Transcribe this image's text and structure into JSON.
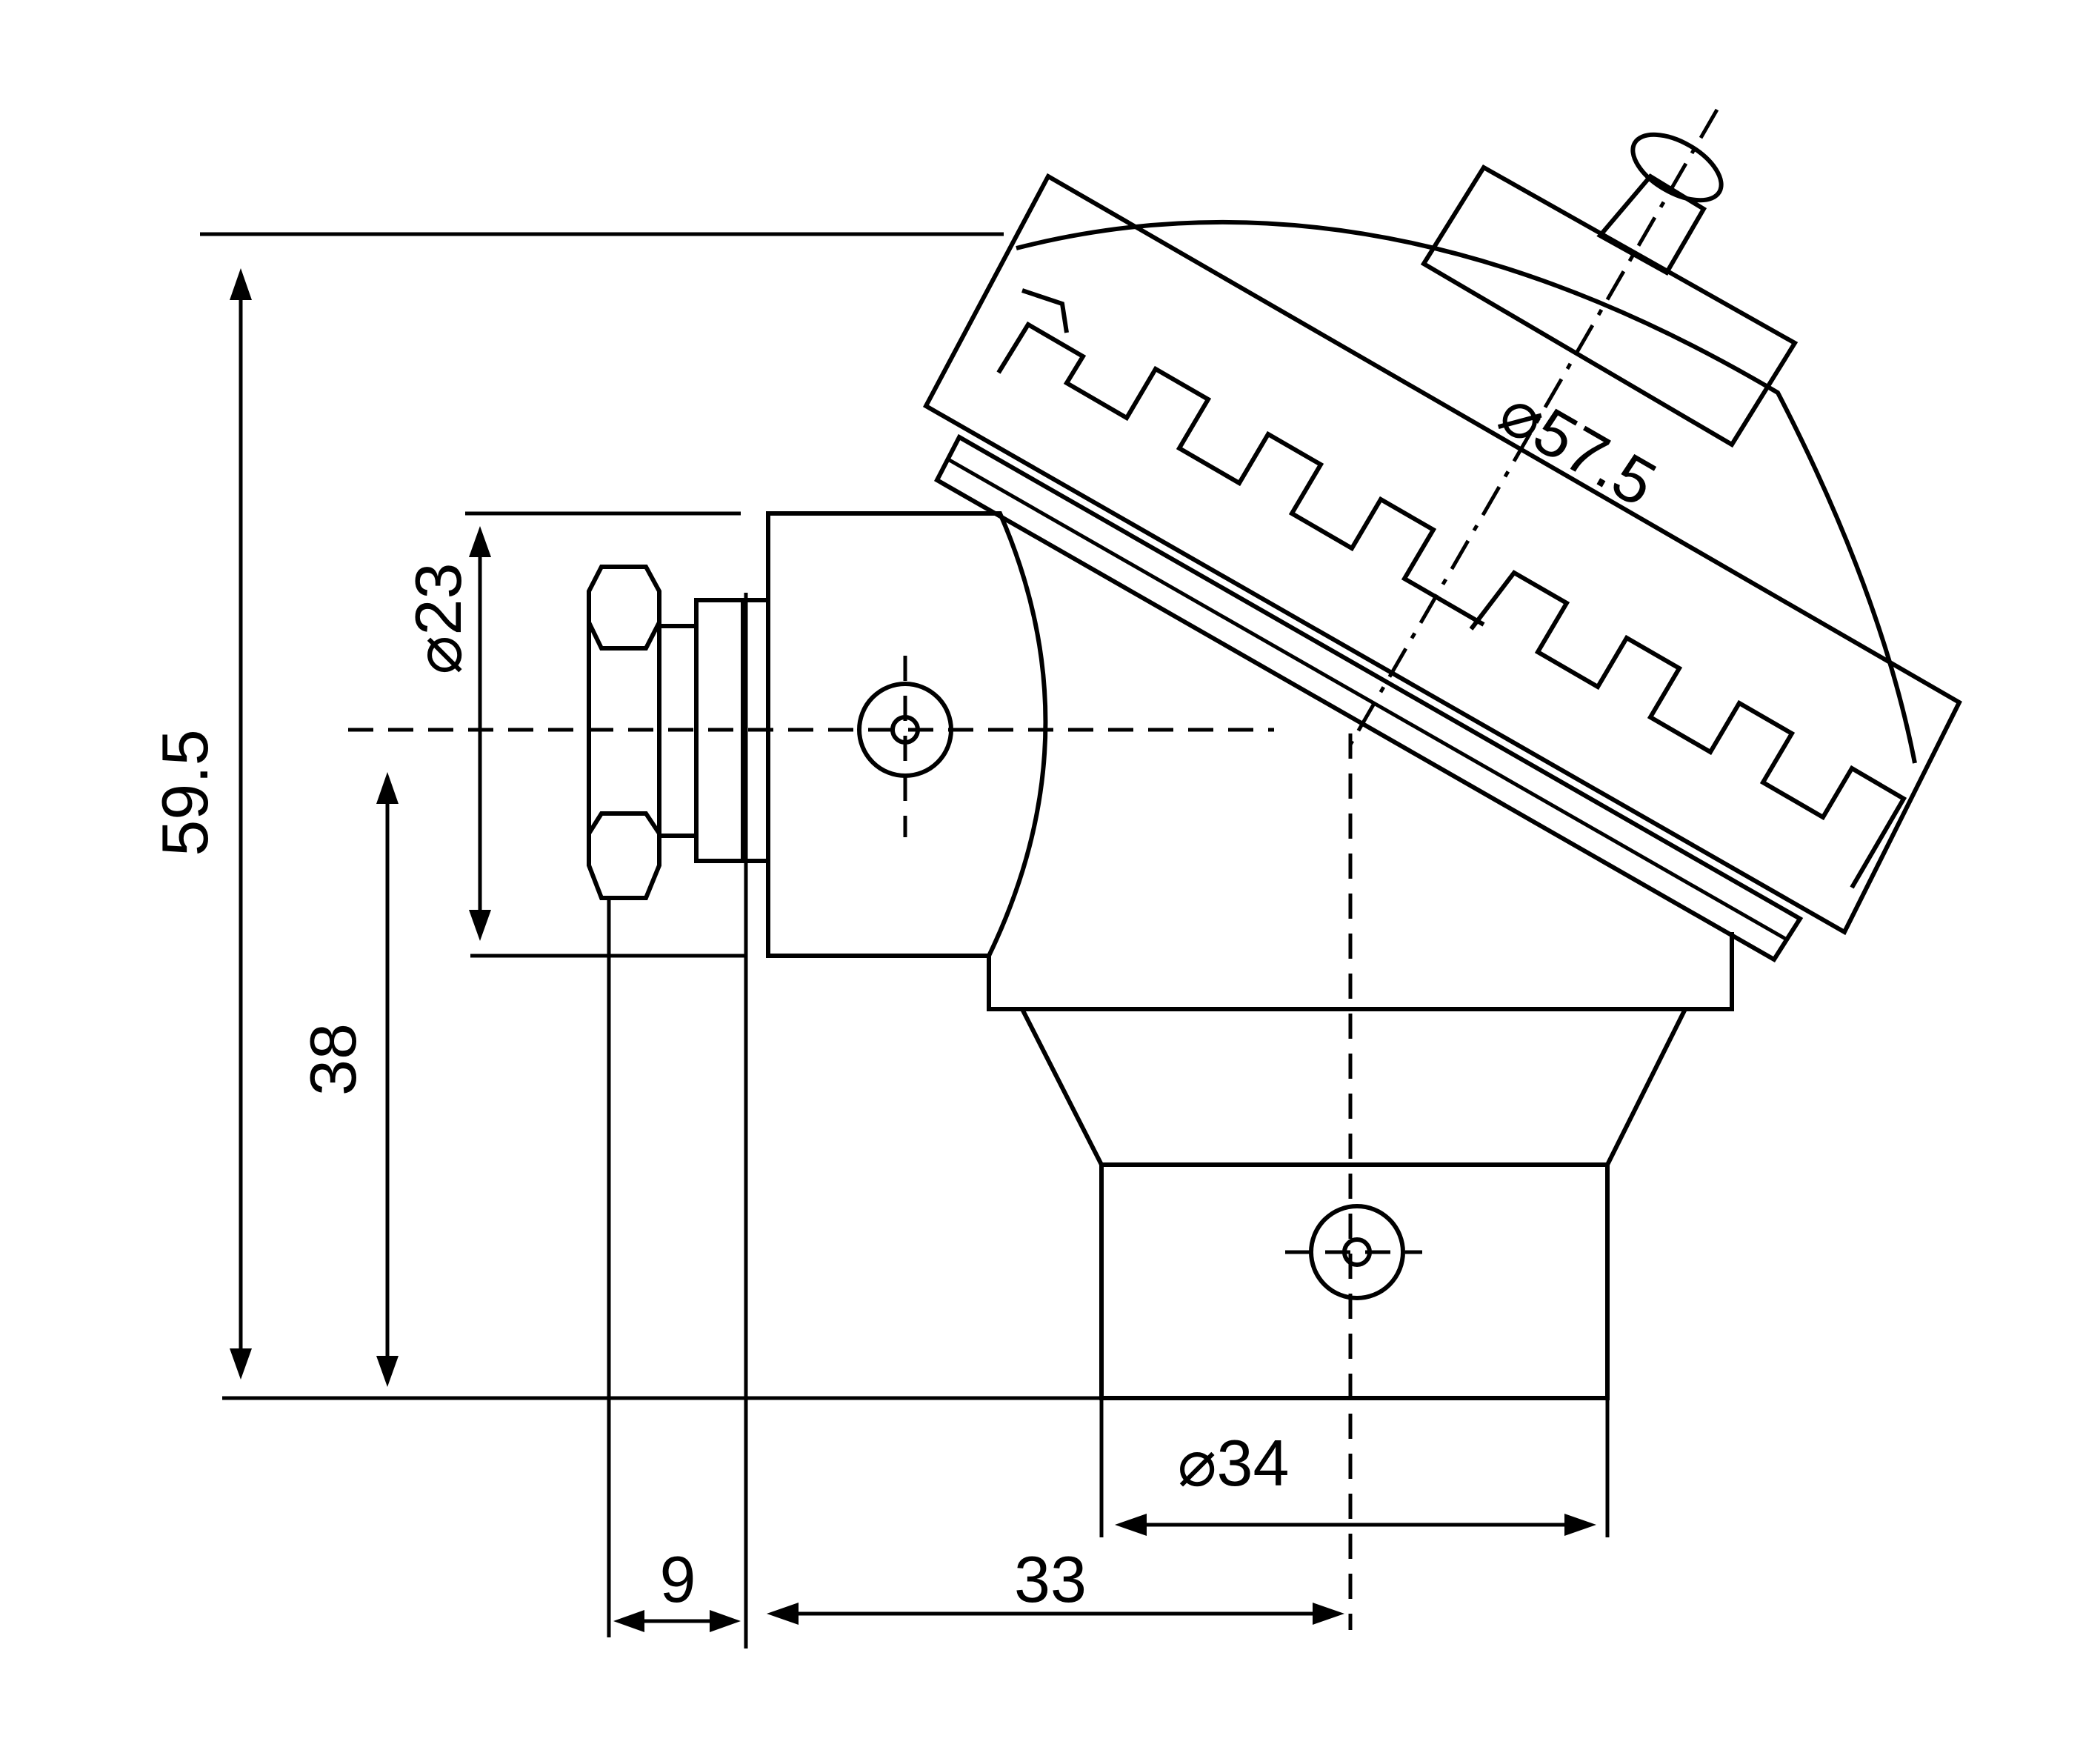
{
  "dimensions": {
    "height_total": "59.5",
    "height_entry": "38",
    "entry_diameter": "⌀23",
    "cover_diameter": "⌀57.5",
    "base_diameter": "⌀34",
    "nut_offset": "9",
    "axis_offset": "33"
  }
}
